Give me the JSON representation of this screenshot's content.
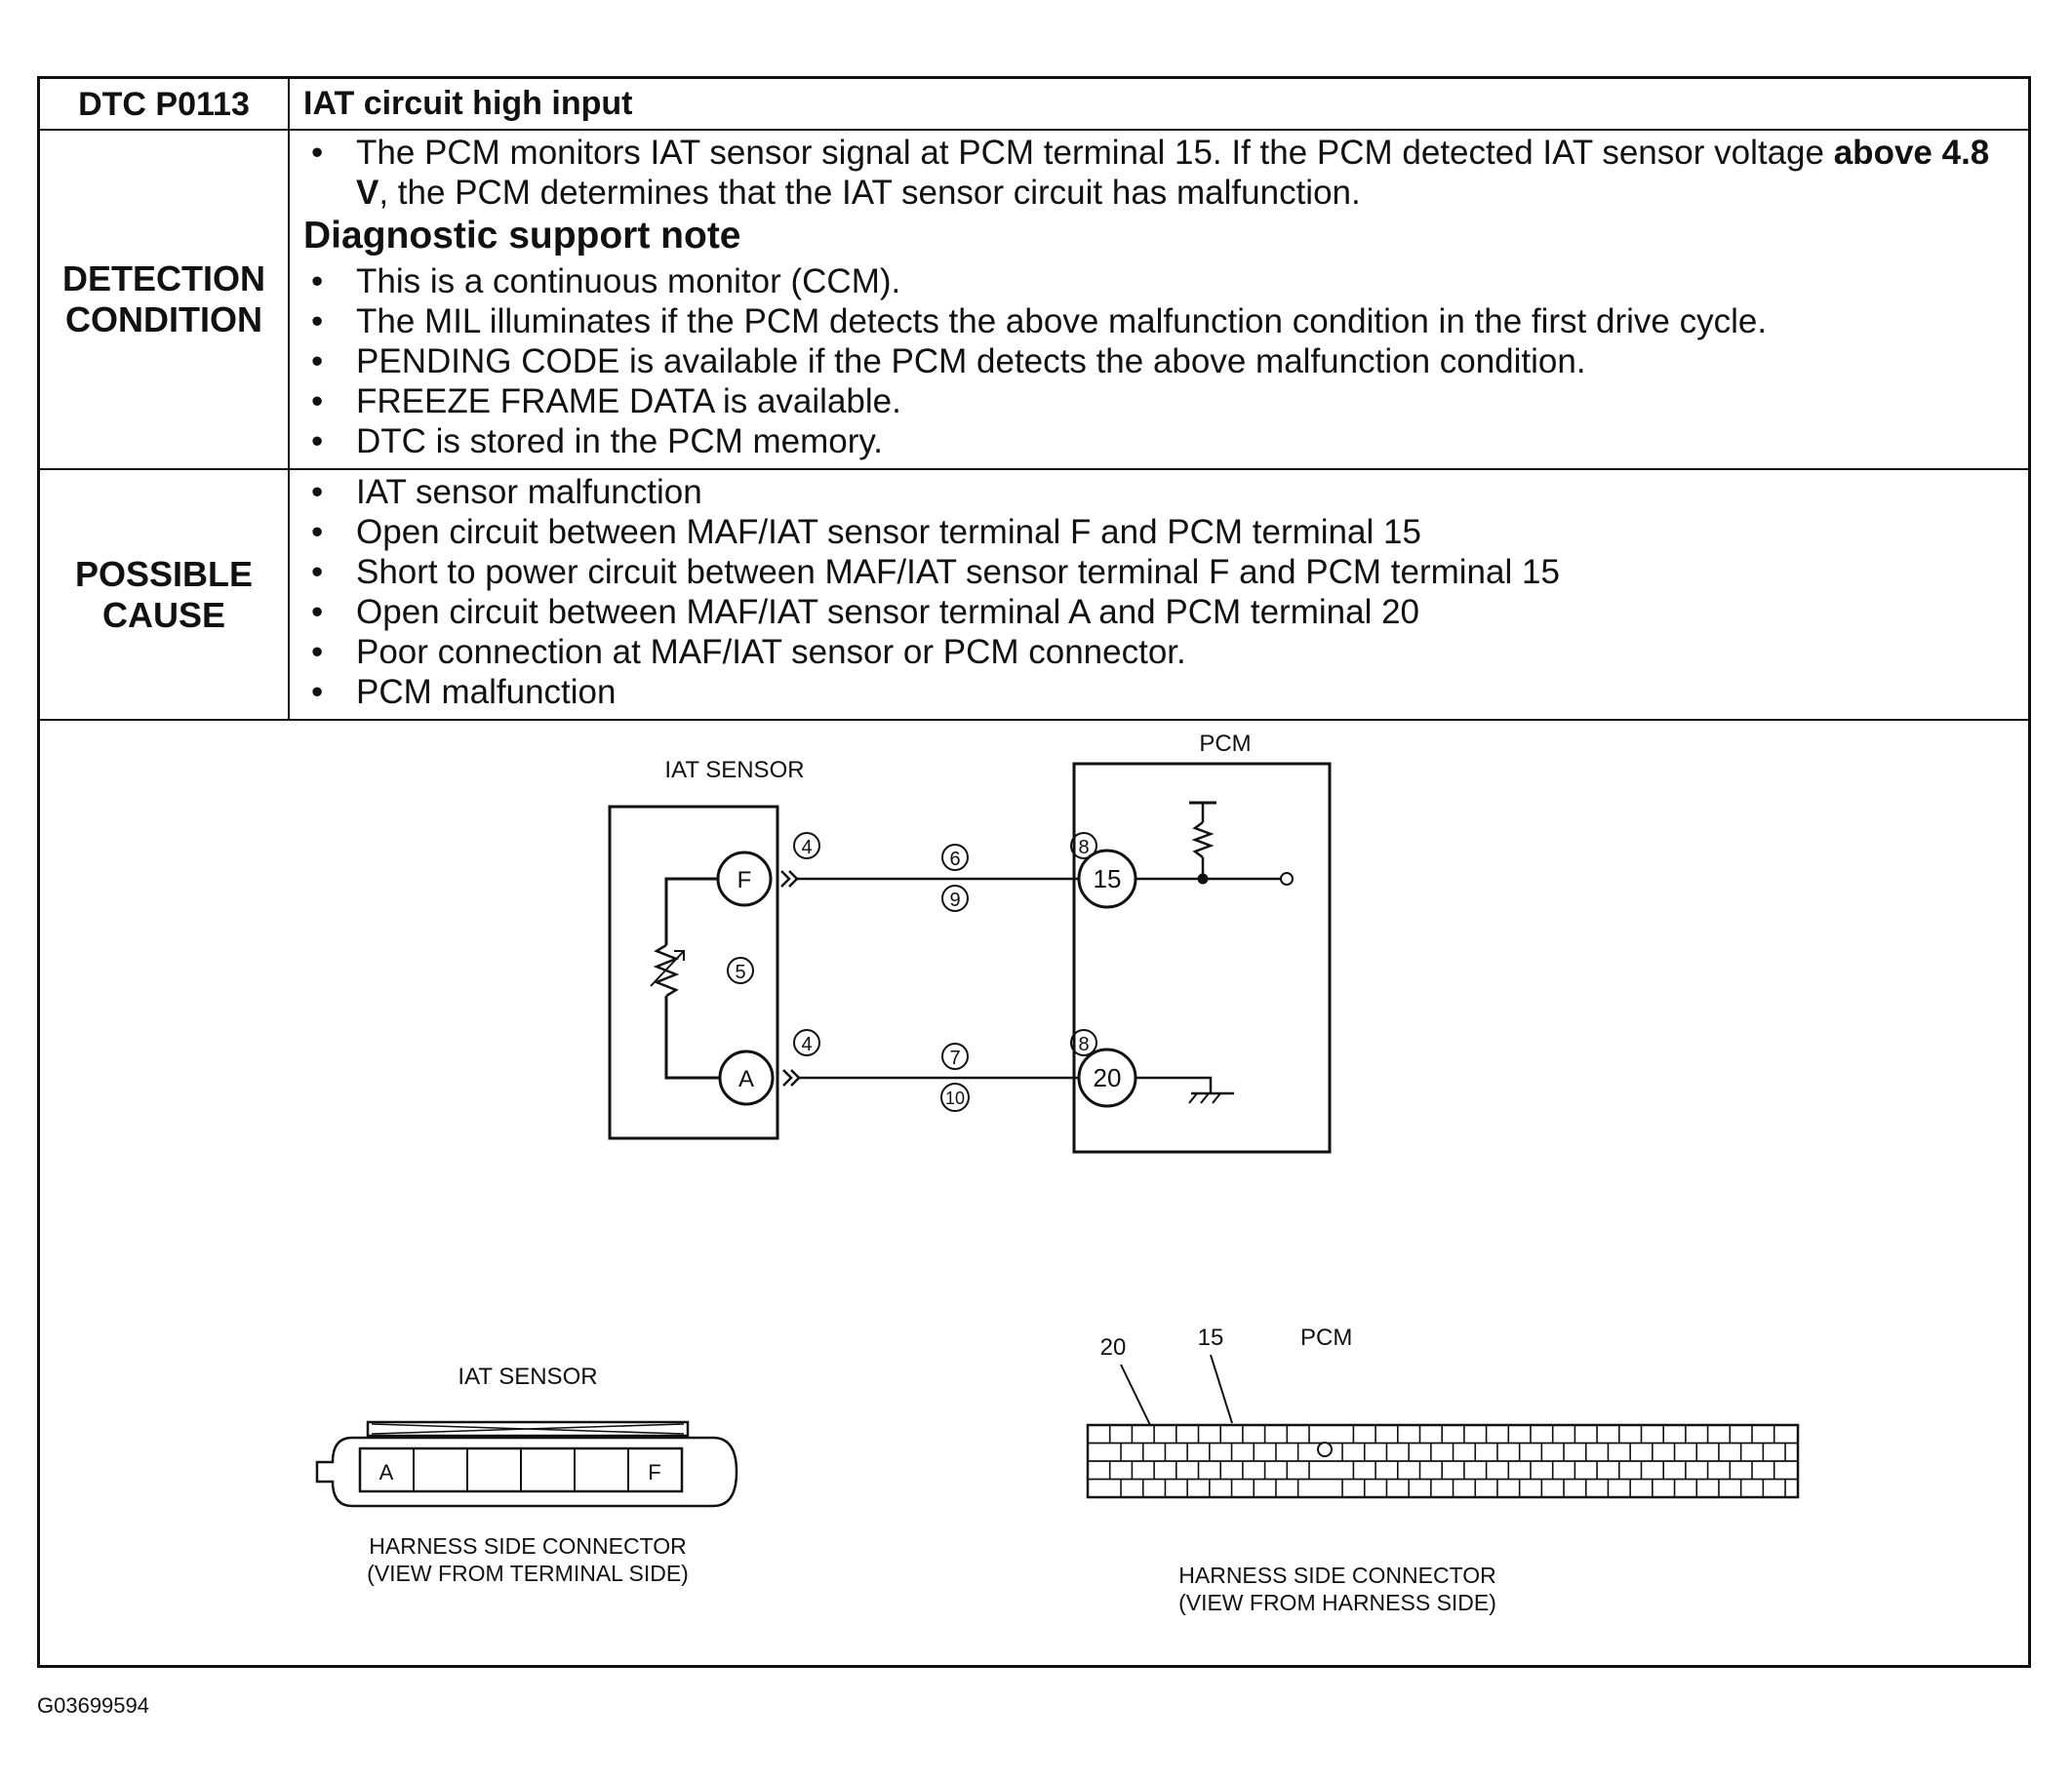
{
  "header": {
    "code": "DTC P0113",
    "title": "IAT circuit high input"
  },
  "detection": {
    "label_line1": "DETECTION",
    "label_line2": "CONDITION",
    "lead_part1": "The PCM monitors IAT sensor signal at PCM terminal 15. If the PCM detected IAT sensor voltage ",
    "lead_bold": "above 4.8 V",
    "lead_part2": ", the PCM determines that the IAT sensor circuit has malfunction.",
    "note_heading": "Diagnostic support note",
    "notes": [
      "This is a continuous monitor (CCM).",
      "The MIL illuminates if the PCM detects the above malfunction condition in the first drive cycle.",
      "PENDING CODE is available if the PCM detects the above malfunction condition.",
      "FREEZE FRAME DATA is available.",
      "DTC is stored in the PCM memory."
    ]
  },
  "cause": {
    "label_line1": "POSSIBLE",
    "label_line2": "CAUSE",
    "items": [
      "IAT sensor malfunction",
      "Open circuit between MAF/IAT sensor terminal F and PCM terminal 15",
      "Short to power circuit between MAF/IAT sensor terminal F and PCM terminal 15",
      "Open circuit between MAF/IAT sensor terminal A and PCM terminal 20",
      "Poor connection at MAF/IAT sensor or PCM connector.",
      "PCM malfunction"
    ]
  },
  "diagram": {
    "sensor_label": "IAT SENSOR",
    "pcm_label": "PCM",
    "terminal_f": "F",
    "terminal_a": "A",
    "pcm_terminal_15": "15",
    "pcm_terminal_20": "20",
    "callout_4": "4",
    "callout_5": "5",
    "callout_6": "6",
    "callout_7": "7",
    "callout_8": "8",
    "callout_9": "9",
    "callout_10": "10",
    "sensor_connector_label": "IAT SENSOR",
    "sensor_connector_pin_a": "A",
    "sensor_connector_pin_f": "F",
    "sensor_connector_caption1": "HARNESS SIDE CONNECTOR",
    "sensor_connector_caption2": "(VIEW FROM TERMINAL SIDE)",
    "pcm_connector_label": "PCM",
    "pcm_connector_pin20": "20",
    "pcm_connector_pin15": "15",
    "pcm_connector_caption1": "HARNESS SIDE CONNECTOR",
    "pcm_connector_caption2": "(VIEW FROM HARNESS SIDE)"
  },
  "figure_id": "G03699594"
}
